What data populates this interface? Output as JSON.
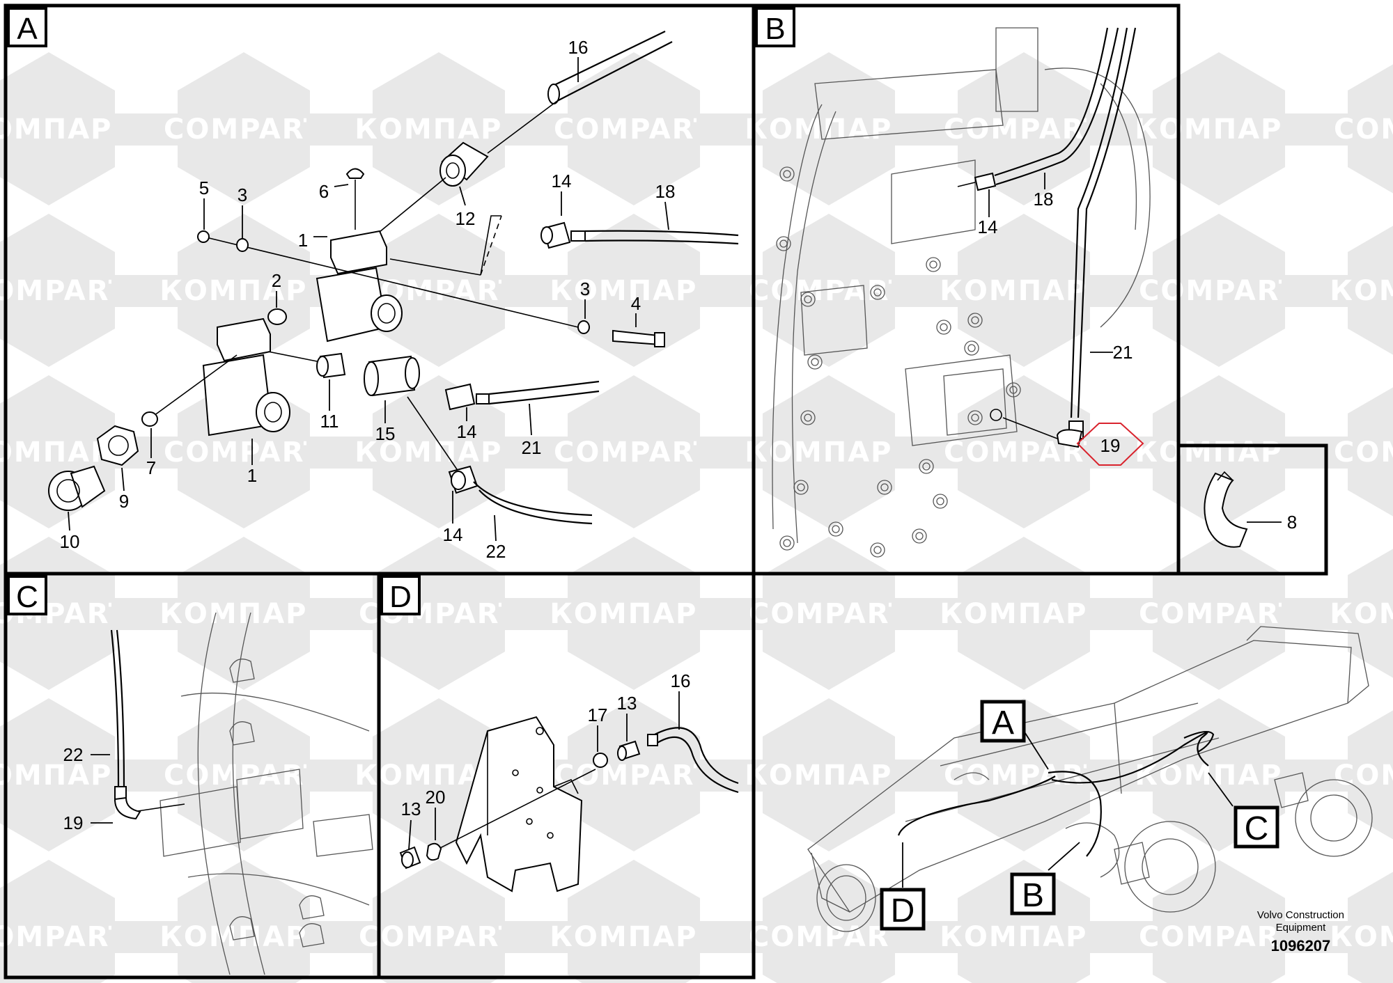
{
  "watermarks": [
    "КОМПАРТ",
    "COMPART"
  ],
  "panels": [
    {
      "id": "A",
      "letter": "A"
    },
    {
      "id": "B",
      "letter": "B"
    },
    {
      "id": "C",
      "letter": "C"
    },
    {
      "id": "D",
      "letter": "D"
    }
  ],
  "labels": {
    "A": [
      "16",
      "5",
      "3",
      "6",
      "1",
      "12",
      "14",
      "18",
      "2",
      "3",
      "4",
      "11",
      "15",
      "14",
      "21",
      "7",
      "9",
      "1",
      "10",
      "14",
      "22"
    ],
    "B": [
      "18",
      "14",
      "21",
      "19",
      "8"
    ],
    "C": [
      "22",
      "19"
    ],
    "D": [
      "16",
      "17",
      "13",
      "13",
      "20"
    ]
  },
  "overview_callouts": [
    "A",
    "B",
    "C",
    "D"
  ],
  "highlighted_part": "19",
  "highlight_color": "#d9232d",
  "manufacturer": [
    "Volvo Construction",
    "Equipment"
  ],
  "document_number": "1096207"
}
